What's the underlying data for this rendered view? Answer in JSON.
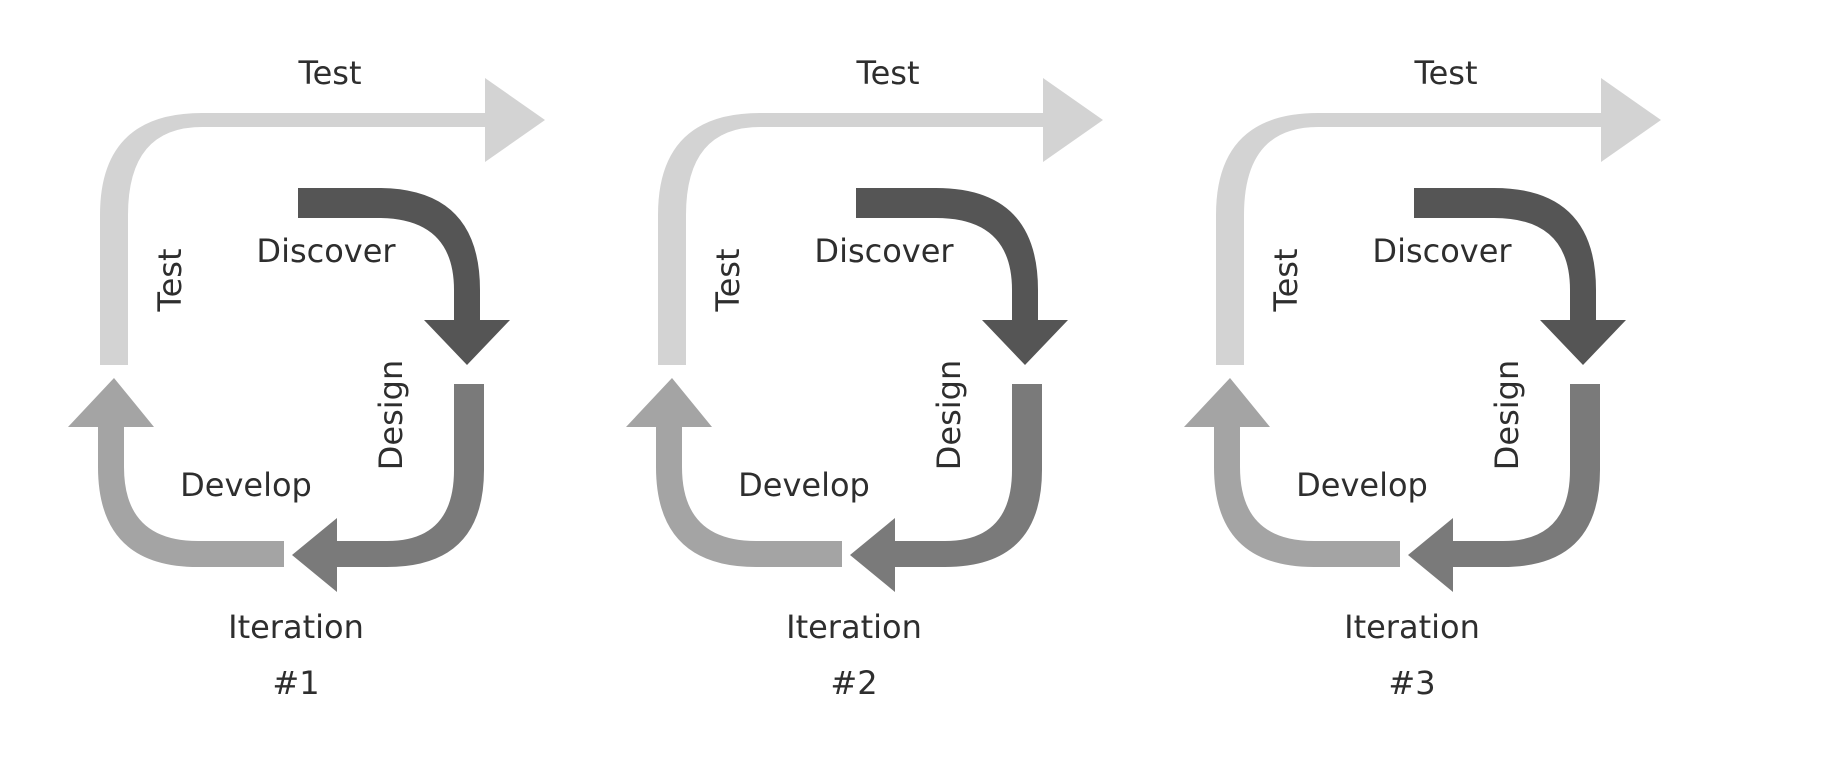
{
  "diagram": {
    "colors": {
      "test": "#d3d3d3",
      "develop": "#a4a4a4",
      "design": "#7a7a7a",
      "discover": "#555555",
      "text": "#2e2e2e",
      "background": "#ffffff"
    },
    "iterations": [
      {
        "top_label": "Test",
        "side_label": "Test",
        "discover_label": "Discover",
        "design_label": "Design",
        "develop_label": "Develop",
        "caption_line1": "Iteration",
        "caption_line2": "#1"
      },
      {
        "top_label": "Test",
        "side_label": "Test",
        "discover_label": "Discover",
        "design_label": "Design",
        "develop_label": "Develop",
        "caption_line1": "Iteration",
        "caption_line2": "#2"
      },
      {
        "top_label": "Test",
        "side_label": "Test",
        "discover_label": "Discover",
        "design_label": "Design",
        "develop_label": "Develop",
        "caption_line1": "Iteration",
        "caption_line2": "#3"
      }
    ]
  }
}
